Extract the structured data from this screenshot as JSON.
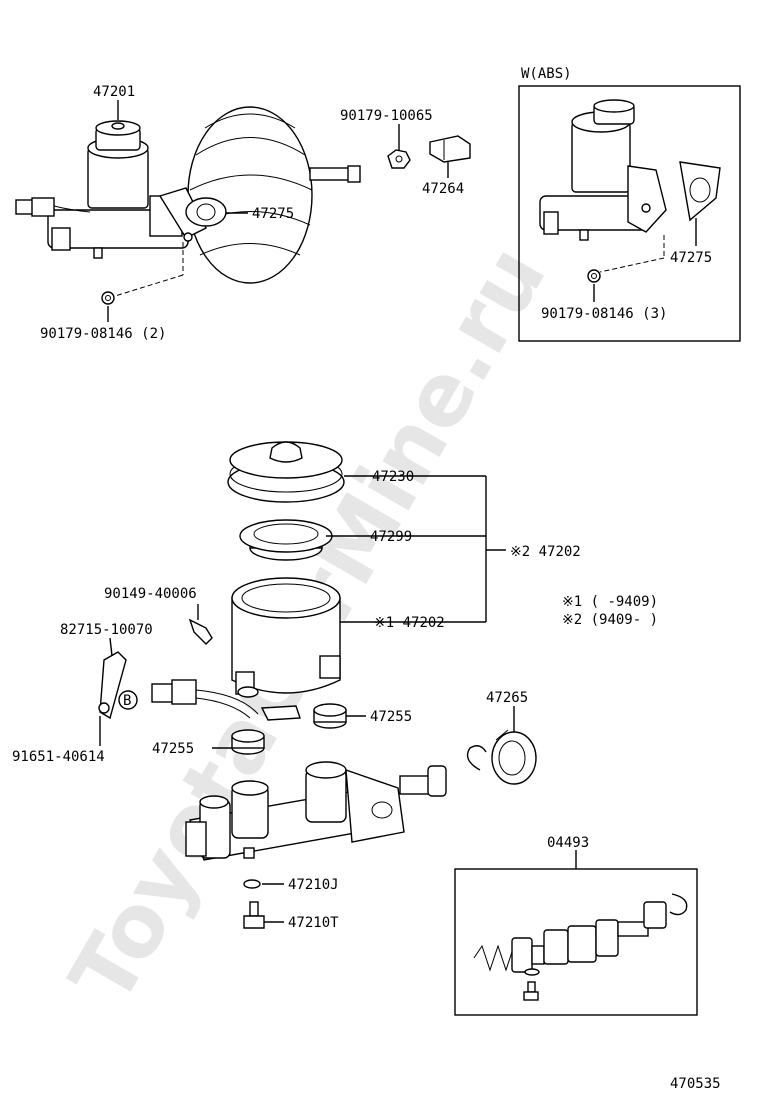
{
  "watermark": "ToyotaCarMine.ru",
  "abs_box_title": "W(ABS)",
  "labels": {
    "reservoir_top": "47201",
    "nut_upper": "90179-10065",
    "gasket_upper": "47275",
    "clip": "47264",
    "nut_lower_left": "90179-08146 (2)",
    "abs_gasket": "47275",
    "abs_nut": "90179-08146 (3)",
    "cap": "47230",
    "strainer": "47299",
    "reservoir": "※1 47202",
    "reservoir_assy": "※2 47202",
    "screw": "90149-40006",
    "sensor": "82715-10070",
    "clamp": "91651-40614",
    "grommet_right": "47255",
    "grommet_left": "47255",
    "boot": "47265",
    "kit": "04493",
    "washer": "47210J",
    "bleeder": "47210T",
    "catalog_no": "470535"
  },
  "notes": {
    "note1": "※1 (     -9409)",
    "note2": "※2 (9409-     )"
  },
  "callout_b": "B"
}
